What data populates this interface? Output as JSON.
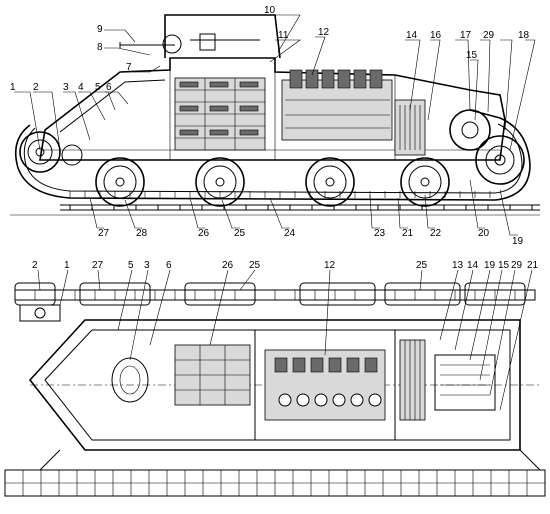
{
  "side_view": {
    "labels": [
      "1",
      "2",
      "3",
      "4",
      "5",
      "6",
      "7",
      "8",
      "9",
      "10",
      "11",
      "12",
      "14",
      "16",
      "17",
      "29",
      "18",
      "15",
      "19",
      "20",
      "22",
      "21",
      "23",
      "24",
      "25",
      "26",
      "28",
      "27"
    ]
  },
  "top_view": {
    "labels": [
      "2",
      "1",
      "27",
      "5",
      "3",
      "6",
      "26",
      "25",
      "12",
      "25",
      "13",
      "14",
      "19",
      "15",
      "29",
      "21"
    ]
  }
}
